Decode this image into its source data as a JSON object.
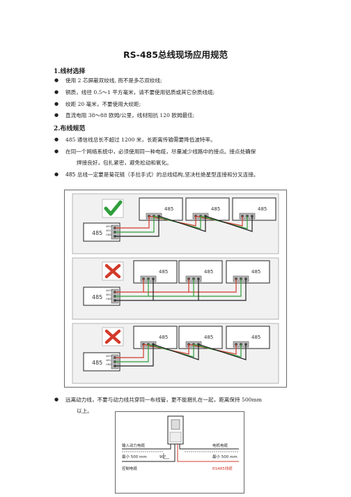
{
  "title": "RS-485总线现场应用规范",
  "section1": {
    "heading": "1.线材选择",
    "items": [
      "使用 2 芯屏蔽双绞线, 而不是多芯双绞线;",
      "铜质，线径 0.5～1 平方毫米，请不要使用铝质或其它杂质线缆;",
      "绞距 20 毫米，不要使用大绞距;",
      "直流电阻 38～88 欧姆/公里，线材阻抗 120 欧姆最佳;"
    ]
  },
  "section2": {
    "heading": "2.布线规范",
    "items": [
      "485 通信线总长不超过 1200 米，长距离传输需要降低波特率。",
      "在同一个网络系统中，必须使用同一种电缆，尽量减少线路中的接点。接点处确保",
      "485 总线一定要是菊花链（手拉手式）的总线结构,坚决杜绝星型连接和分叉连接。"
    ],
    "item2_cont": "焊接良好，包扎紧密，避免松动和氧化。"
  },
  "diagram1": {
    "device_label": "485",
    "terminal_labels": [
      "485+",
      "485-",
      "GND"
    ]
  },
  "section3": {
    "item": "远离动力线，不要与动力线共穿同一布线管，更不能捆扎在一起，距离保持 500mm",
    "item_cont": "以上。"
  },
  "diagram2": {
    "input_power": "输入动力电缆",
    "min_500_left": "最小 500 mm",
    "control_cable": "控制电缆",
    "angle": "90°",
    "motor_cable": "电机电缆",
    "min_500_right": "最小 500 mm",
    "rs485": "RS485线缆",
    "colors": {
      "rs485": "#d23b2b"
    }
  }
}
